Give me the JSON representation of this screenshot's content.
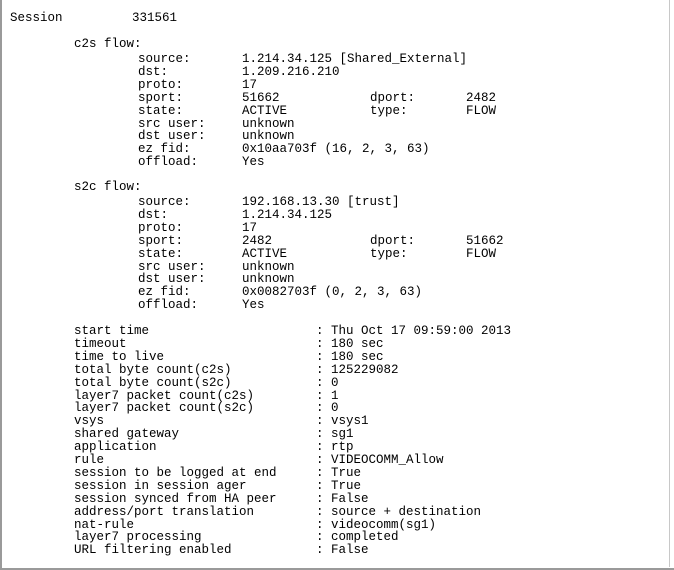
{
  "session": {
    "label": "Session",
    "id": "331561"
  },
  "flows": [
    {
      "title": "c2s flow:",
      "rows": [
        {
          "k": "source:",
          "v": "1.214.34.125 [Shared_External]"
        },
        {
          "k": "dst:",
          "v": "1.209.216.210"
        },
        {
          "k": "proto:",
          "v": "17"
        },
        {
          "k": "sport:",
          "v": "51662",
          "k2": "dport:",
          "v2": "2482"
        },
        {
          "k": "state:",
          "v": "ACTIVE",
          "k2": "type:",
          "v2": "FLOW"
        },
        {
          "k": "src user:",
          "v": "unknown"
        },
        {
          "k": "dst user:",
          "v": "unknown"
        },
        {
          "k": "ez fid:",
          "v": "0x10aa703f (16, 2, 3, 63)"
        },
        {
          "k": "offload:",
          "v": "Yes"
        }
      ]
    },
    {
      "title": "s2c flow:",
      "rows": [
        {
          "k": "source:",
          "v": "192.168.13.30 [trust]"
        },
        {
          "k": "dst:",
          "v": "1.214.34.125"
        },
        {
          "k": "proto:",
          "v": "17"
        },
        {
          "k": "sport:",
          "v": "2482",
          "k2": "dport:",
          "v2": "51662"
        },
        {
          "k": "state:",
          "v": "ACTIVE",
          "k2": "type:",
          "v2": "FLOW"
        },
        {
          "k": "src user:",
          "v": "unknown"
        },
        {
          "k": "dst user:",
          "v": "unknown"
        },
        {
          "k": "ez fid:",
          "v": "0x0082703f (0, 2, 3, 63)"
        },
        {
          "k": "offload:",
          "v": "Yes"
        }
      ]
    }
  ],
  "details": [
    {
      "k": "start time",
      "v": "Thu Oct 17 09:59:00 2013"
    },
    {
      "k": "timeout",
      "v": "180 sec"
    },
    {
      "k": "time to live",
      "v": "180 sec"
    },
    {
      "k": "total byte count(c2s)",
      "v": "125229082"
    },
    {
      "k": "total byte count(s2c)",
      "v": "0"
    },
    {
      "k": "layer7 packet count(c2s)",
      "v": "1"
    },
    {
      "k": "layer7 packet count(s2c)",
      "v": "0"
    },
    {
      "k": "vsys",
      "v": "vsys1"
    },
    {
      "k": "shared gateway",
      "v": "sg1"
    },
    {
      "k": "application",
      "v": "rtp"
    },
    {
      "k": "rule",
      "v": "VIDEOCOMM_Allow"
    },
    {
      "k": "session to be logged at end",
      "v": "True"
    },
    {
      "k": "session in session ager",
      "v": "True"
    },
    {
      "k": "session synced from HA peer",
      "v": "False"
    },
    {
      "k": "address/port translation",
      "v": "source + destination"
    },
    {
      "k": "nat-rule",
      "v": "videocomm(sg1)"
    },
    {
      "k": "layer7 processing",
      "v": "completed"
    },
    {
      "k": "URL filtering enabled",
      "v": "False"
    }
  ],
  "separator": ":"
}
